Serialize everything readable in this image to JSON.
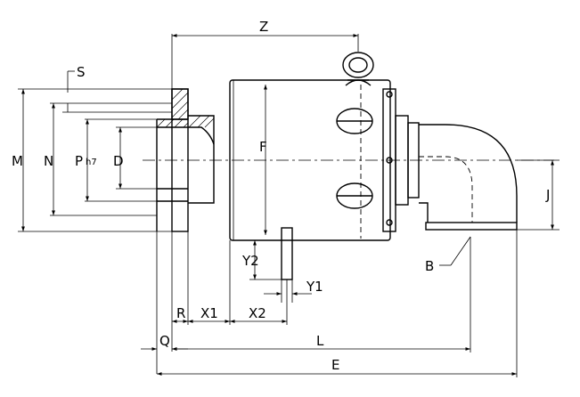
{
  "labels": {
    "Z": "Z",
    "S": "S",
    "M": "M",
    "N": "N",
    "P": "P",
    "P_tol": "h7",
    "D": "D",
    "F": "F",
    "J": "J",
    "B": "B",
    "Y2": "Y2",
    "Y1": "Y1",
    "R": "R",
    "X1": "X1",
    "X2": "X2",
    "Q": "Q",
    "L": "L",
    "E": "E"
  }
}
